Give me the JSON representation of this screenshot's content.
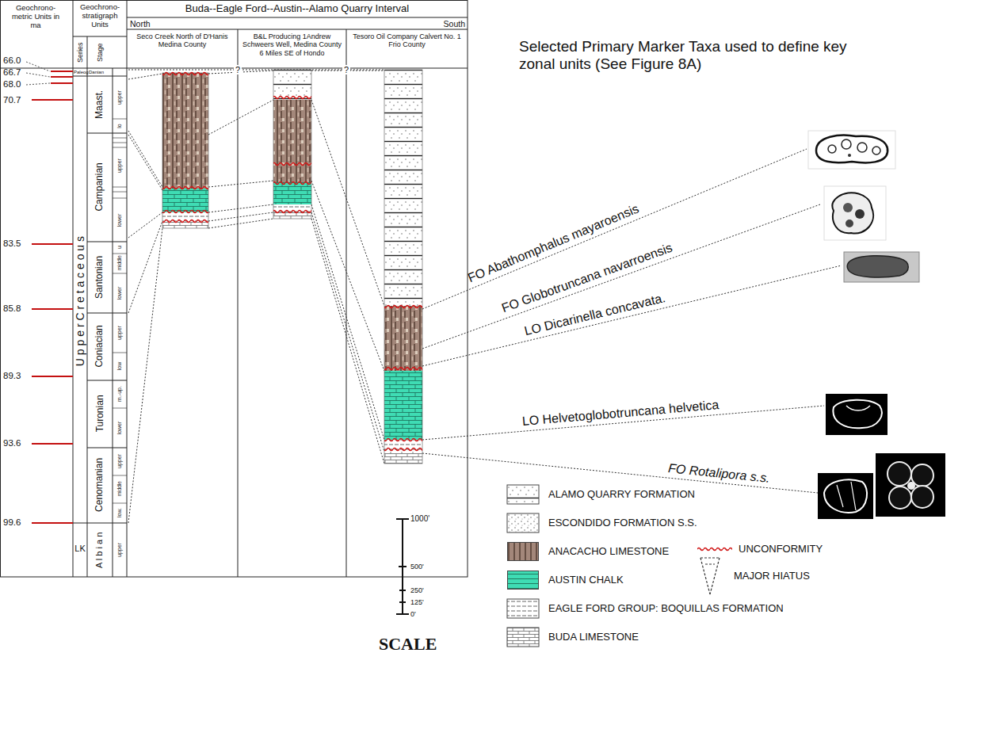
{
  "diagram": {
    "labels": [
      "Geochrono-metric Units in ma",
      "Geochrono-stratigraph Units",
      "Buda--Eagle Ford--Austin--Alamo Quarry Interval",
      "North",
      "South",
      "Series",
      "Stage",
      "Seco Creek North of D'Hanis Medina County",
      "B&L Producing 1Andrew Schweers Well, Medina County 6 Miles SE of Hondo",
      "Tesoro Oil Company Calvert No. 1 Frio County",
      "66.0",
      "66.7",
      "68.0",
      "70.7",
      "83.5",
      "85.8",
      "89.3",
      "93.6",
      "99.6",
      "Paleog",
      "Danian",
      "U p p e r C r e t a c e o u s",
      "LK",
      "Maast.",
      "Campanian",
      "Santonian",
      "Coniacian",
      "Turonian",
      "Cenomanian",
      "A l b i a n",
      "upper",
      "lo",
      "upper",
      "lower",
      "u",
      "middle",
      "lower",
      "upper",
      "low",
      "m.-up.",
      "lower",
      "upper",
      "middle",
      "low.",
      "upper",
      "?",
      "?",
      "Selected Primary Marker Taxa used to define key zonal units (See Figure 8A)",
      "FO Abathomphalus mayaroensis",
      "FO Globotruncana navarroensis",
      "LO Dicarinella concavata.",
      "LO Helvetoglobotruncana helvetica",
      "FO Rotalipora s.s.",
      "1000'",
      "500'",
      "250'",
      "125'",
      "0'",
      "SCALE"
    ],
    "legend": [
      {
        "text": "ALAMO QUARRY FORMATION"
      },
      {
        "text": "ESCONDIDO FORMATION S.S."
      },
      {
        "text": "ANACACHO LIMESTONE",
        "color": "#a3877a"
      },
      {
        "text": "UNCONFORMITY"
      },
      {
        "text": "AUSTIN CHALK",
        "color": "#3fdcb4"
      },
      {
        "text": "MAJOR HIATUS"
      },
      {
        "text": "EAGLE FORD GROUP: BOQUILLAS FORMATION"
      },
      {
        "text": "BUDA LIMESTONE"
      }
    ]
  }
}
